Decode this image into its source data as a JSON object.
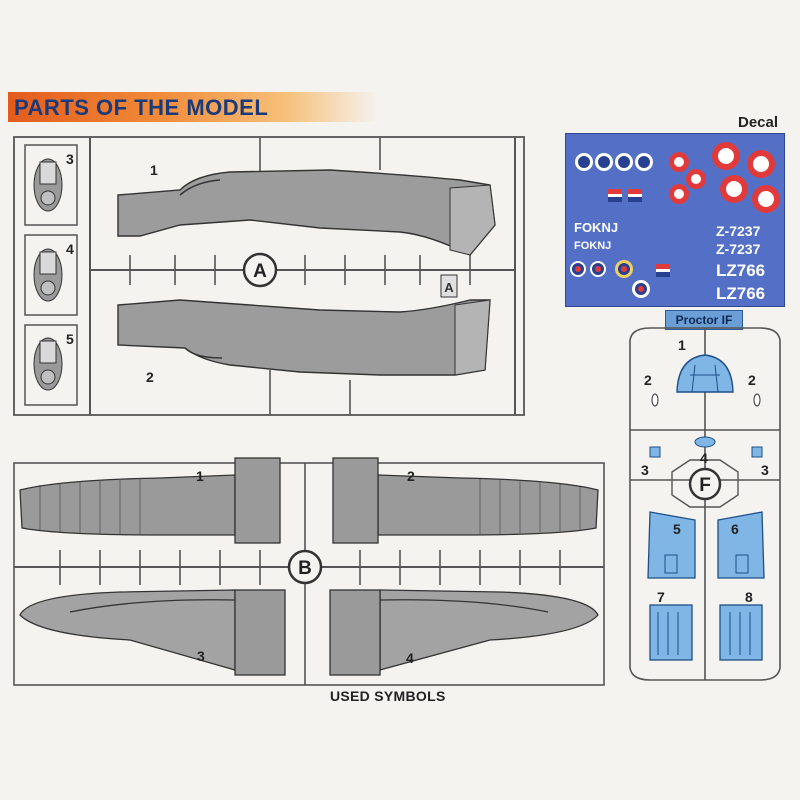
{
  "header": {
    "title": "PARTS OF THE MODEL"
  },
  "decal": {
    "label": "Decal",
    "serial_upper_1": "Z-7237",
    "serial_upper_2": "Z-7237",
    "serial_lower_1": "LZ766",
    "serial_lower_2": "LZ766",
    "code_1": "FOKNJ",
    "code_2": "FOKNJ"
  },
  "fret_tag": {
    "label": "Proctor IF"
  },
  "sprue_a": {
    "gate_label": "A",
    "parts": {
      "p1": "1",
      "p2": "2",
      "p3": "3",
      "p4": "4",
      "p5": "5"
    }
  },
  "sprue_b": {
    "gate_label": "B",
    "parts": {
      "p1": "1",
      "p2": "2",
      "p3": "3",
      "p4": "4"
    }
  },
  "sprue_f": {
    "gate_label": "F",
    "parts": {
      "p1": "1",
      "p2a": "2",
      "p2b": "2",
      "p3a": "3",
      "p3b": "3",
      "p4": "4",
      "p5": "5",
      "p6": "6",
      "p7": "7",
      "p8": "8"
    }
  },
  "footer": {
    "used_symbols": "USED SYMBOLS"
  },
  "colors": {
    "accent_orange": "#e35b1c",
    "title_blue": "#1a3a7a",
    "plastic_grey": "#8e8e8e",
    "clear_part_blue": "#7fb6e6",
    "decal_blue": "#5470c6"
  }
}
